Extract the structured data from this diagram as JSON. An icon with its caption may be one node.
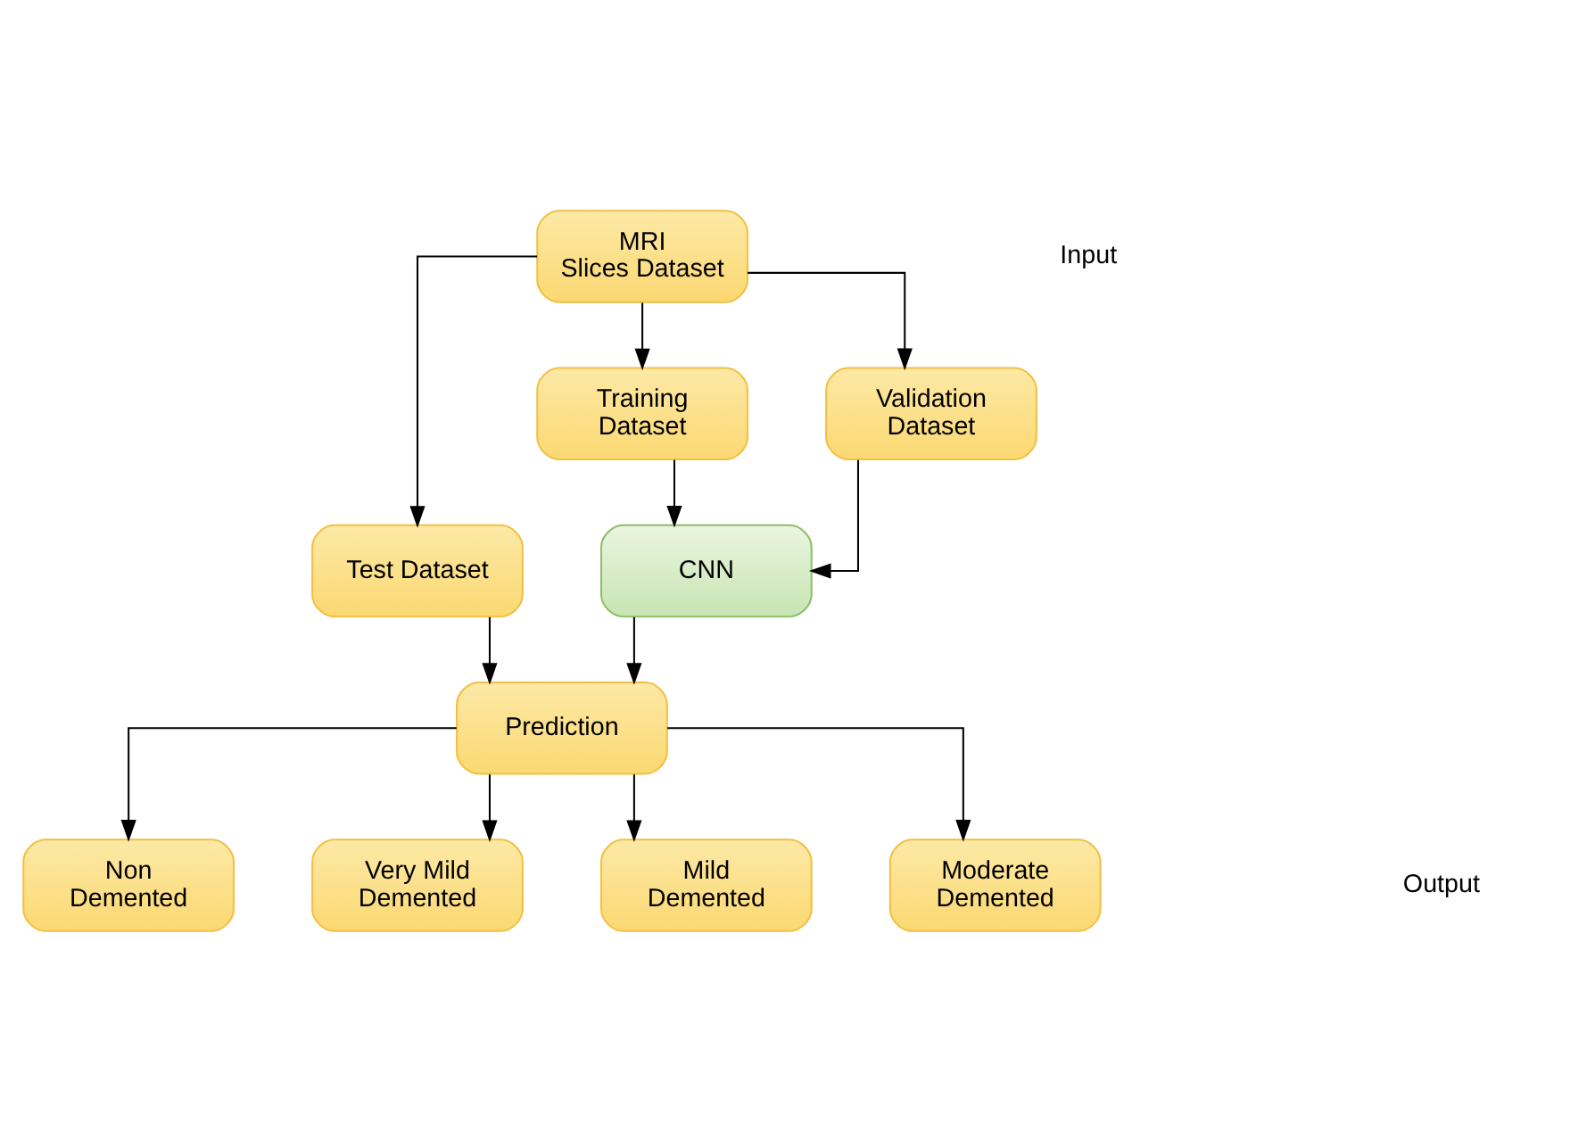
{
  "diagram": {
    "nodes": [
      {
        "text": [
          "MRI Slices Dataset"
        ]
      },
      {
        "text": [
          "Test Dataset"
        ]
      },
      {
        "text": [
          "Training Dataset"
        ]
      },
      {
        "text": [
          "Validation Dataset"
        ]
      },
      {
        "text": [
          "CNN"
        ]
      },
      {
        "text": [
          "Prediction"
        ]
      },
      {
        "text": [
          "Non Demented"
        ]
      },
      {
        "text": [
          "Very Mild Demented"
        ]
      },
      {
        "text": [
          "Mild Demented"
        ]
      },
      {
        "text": [
          "Moderate Demented"
        ]
      }
    ],
    "edges": [
      {
        "from": 0,
        "to": 1,
        "arrow": "to"
      },
      {
        "from": 0,
        "to": 2,
        "arrow": "to"
      },
      {
        "from": 0,
        "to": 3,
        "arrow": "to"
      },
      {
        "from": 2,
        "to": 4,
        "arrow": "to"
      },
      {
        "from": 3,
        "to": 4,
        "arrow": "to"
      },
      {
        "from": 1,
        "to": 5,
        "arrow": "to"
      },
      {
        "from": 4,
        "to": 5,
        "arrow": "to"
      },
      {
        "from": 5,
        "to": 6,
        "arrow": "to"
      },
      {
        "from": 5,
        "to": 7,
        "arrow": "to"
      },
      {
        "from": 5,
        "to": 8,
        "arrow": "to"
      },
      {
        "from": 5,
        "to": 9,
        "arrow": "to"
      }
    ],
    "labels": [
      "Input",
      "Output"
    ]
  }
}
